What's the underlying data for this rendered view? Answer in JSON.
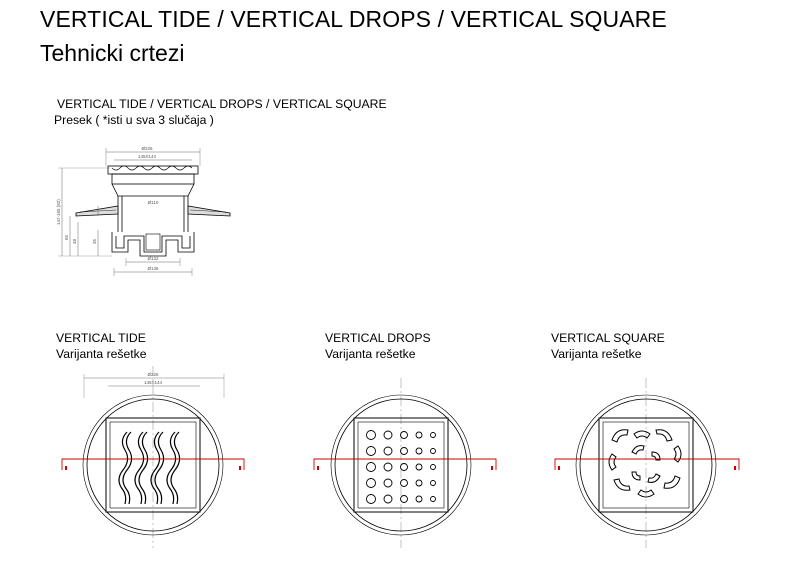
{
  "header": {
    "title": "VERTICAL TIDE / VERTICAL DROPS  / VERTICAL SQUARE",
    "subtitle": "Tehnicki crtezi"
  },
  "section": {
    "title": "VERTICAL TIDE / VERTICAL DROPS / VERTICAL SQUARE",
    "subtitle": "Presek ( *isti u sva 3 slučaja )"
  },
  "variants": [
    {
      "name": "VERTICAL TIDE",
      "caption": "Varijanta rešetke"
    },
    {
      "name": "VERTICAL DROPS",
      "caption": "Varijanta rešetke"
    },
    {
      "name": "VERTICAL SQUARE",
      "caption": "Varijanta rešetke"
    }
  ],
  "dimensions": {
    "section_top_outer": "Ø226",
    "section_top_inner": "145X144",
    "section_pipe": "Ø110",
    "section_bottom_inner": "Ø132",
    "section_bottom_outer": "Ø136",
    "section_height": "147-165 (82)",
    "section_h1": "65",
    "section_h2": "48",
    "section_h3": "35",
    "plan_outer": "Ø226",
    "plan_inner": "145X144"
  },
  "colors": {
    "line": "#000000",
    "accent": "#cc0000",
    "dimension": "#555555"
  }
}
